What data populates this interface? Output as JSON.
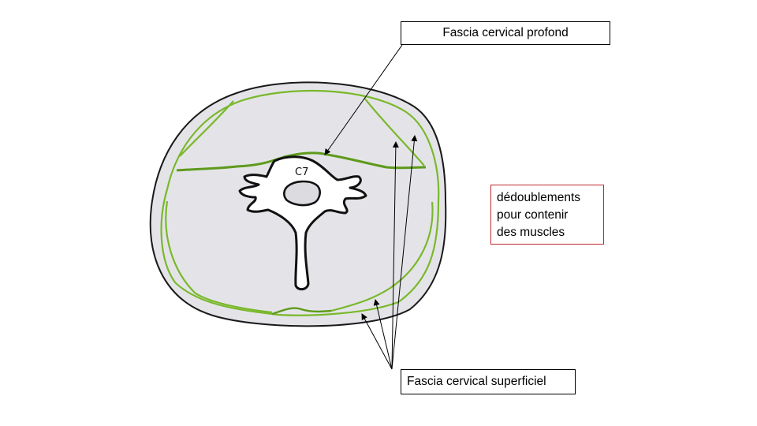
{
  "labels": {
    "deep_fascia": "Fascia cervical profond",
    "superficial_fascia": "Fascia cervical superficiel",
    "split_note": [
      "dédoublements",
      "pour contenir",
      "des muscles"
    ]
  },
  "vertebra_label": "C7",
  "colors": {
    "outline": "#1a1a1a",
    "neck_fill": "#e4e4e8",
    "fascia_green": "#7ab82c",
    "fascia_dark_green": "#5e9a1c",
    "vertebra_fill": "#ffffff",
    "vertebral_body_fill": "#dcdce0",
    "arrow": "#000000",
    "note_border": "#c0282d"
  }
}
